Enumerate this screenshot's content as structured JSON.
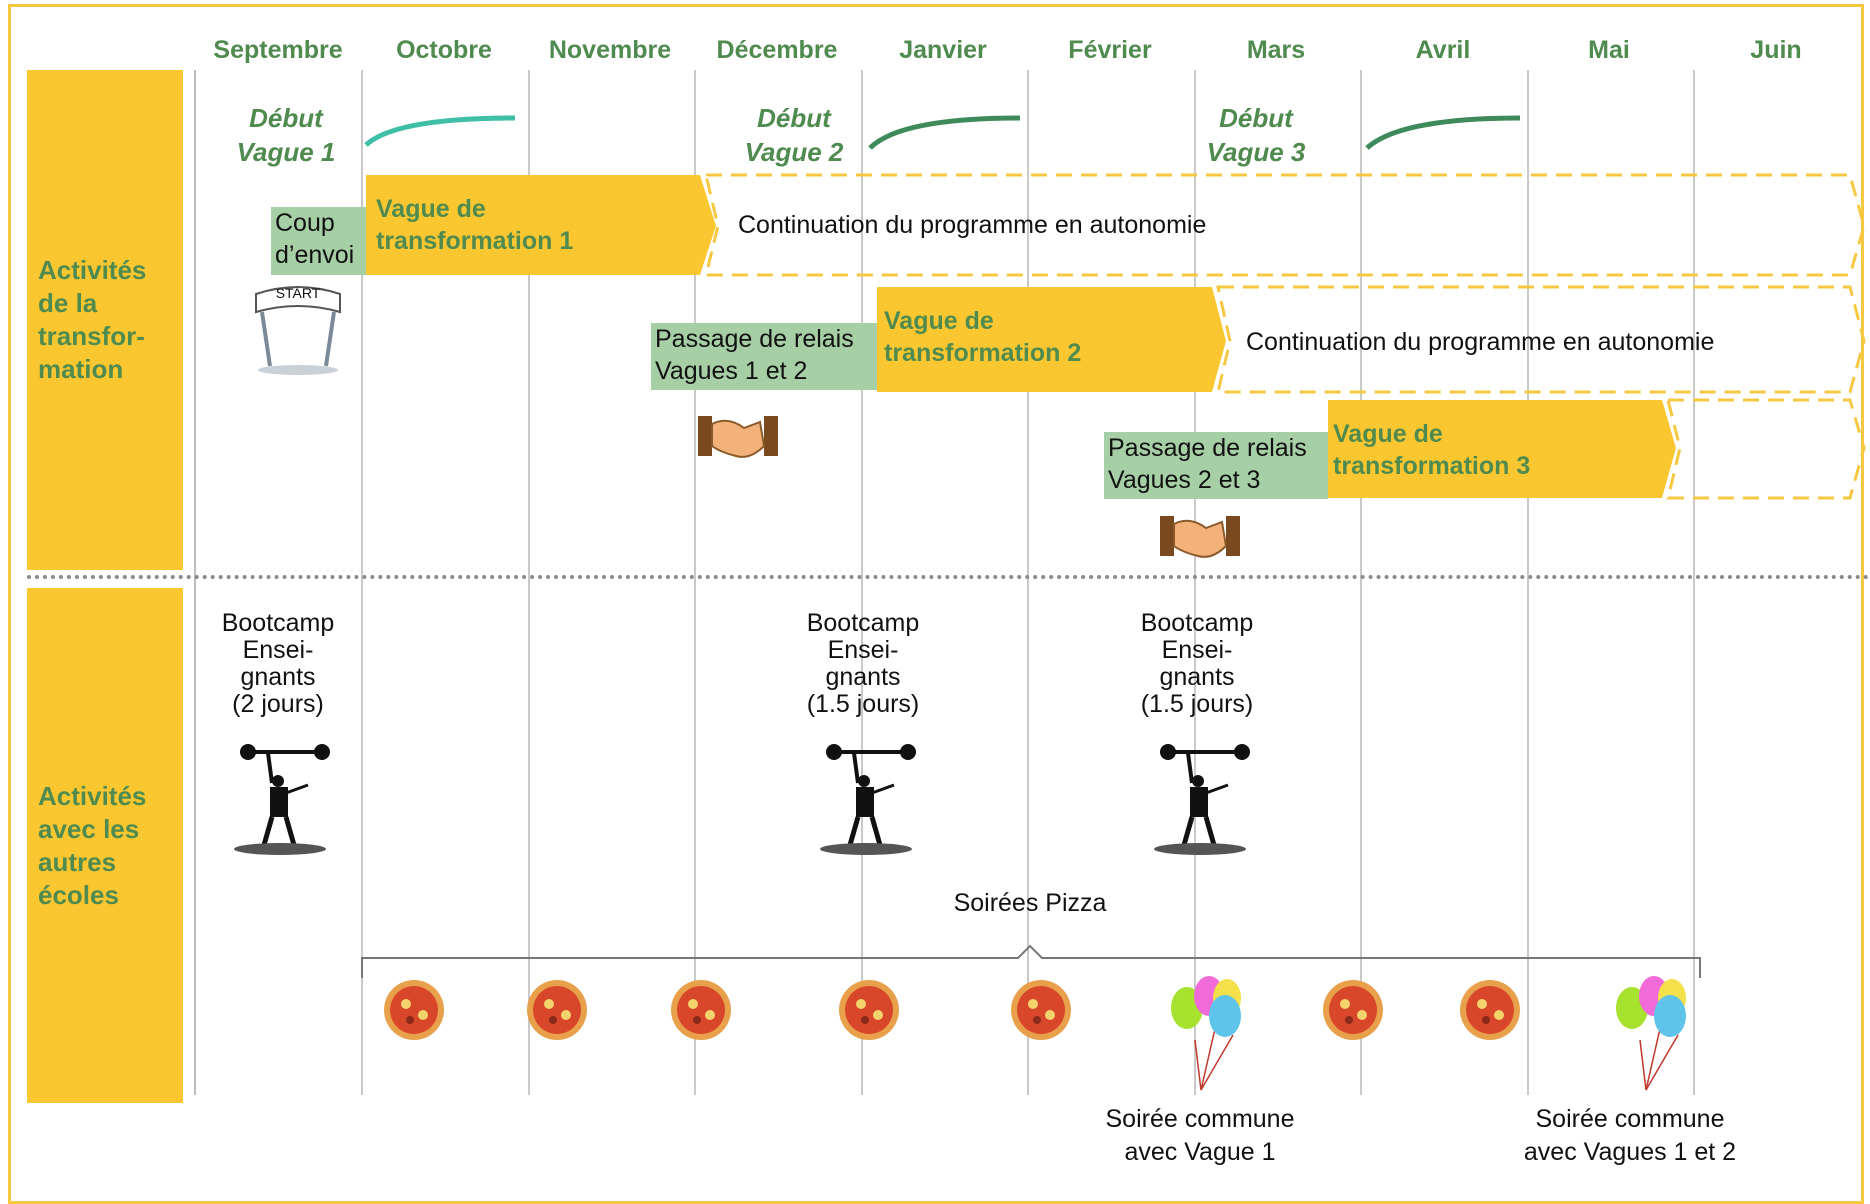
{
  "months": [
    "Septembre",
    "Octobre",
    "Novembre",
    "Décembre",
    "Janvier",
    "Février",
    "Mars",
    "Avril",
    "Mai",
    "Juin"
  ],
  "rows": {
    "transformation": "Activités\nde la\ntransfor-\nmation",
    "other_schools": "Activités\navec les\nautres\nécoles"
  },
  "debuts": [
    "Début\nVague 1",
    "Début\nVague 2",
    "Début\nVague 3"
  ],
  "kickoff": "Coup\nd’envoi",
  "start_sign": "START",
  "handoffs": [
    "Passage de relais\nVagues 1 et 2",
    "Passage de relais\nVagues 2 et 3"
  ],
  "waves": [
    "Vague de\ntransformation 1",
    "Vague de\ntransformation 2",
    "Vague de\ntransformation 3"
  ],
  "continuation": "Continuation du programme en autonomie",
  "bootcamps": [
    "Bootcamp\nEnsei-\ngnants\n(2 jours)",
    "Bootcamp\nEnsei-\ngnants\n(1.5 jours)",
    "Bootcamp\nEnsei-\ngnants\n(1.5 jours)"
  ],
  "pizza_label": "Soirées Pizza",
  "joint_evenings": [
    "Soirée commune\navec Vague 1",
    "Soirée commune\navec Vagues 1 et 2"
  ],
  "icons": [
    "start-arch-icon",
    "handshake-icon",
    "weightlifter-icon",
    "pizza-icon",
    "balloons-icon"
  ],
  "colors": {
    "accent": "#fbc730",
    "green_text": "#4f8a4f",
    "green_box": "#a7cfa6",
    "teal_arc": "#3fbfa7",
    "dark_arc": "#3e8a5a"
  }
}
